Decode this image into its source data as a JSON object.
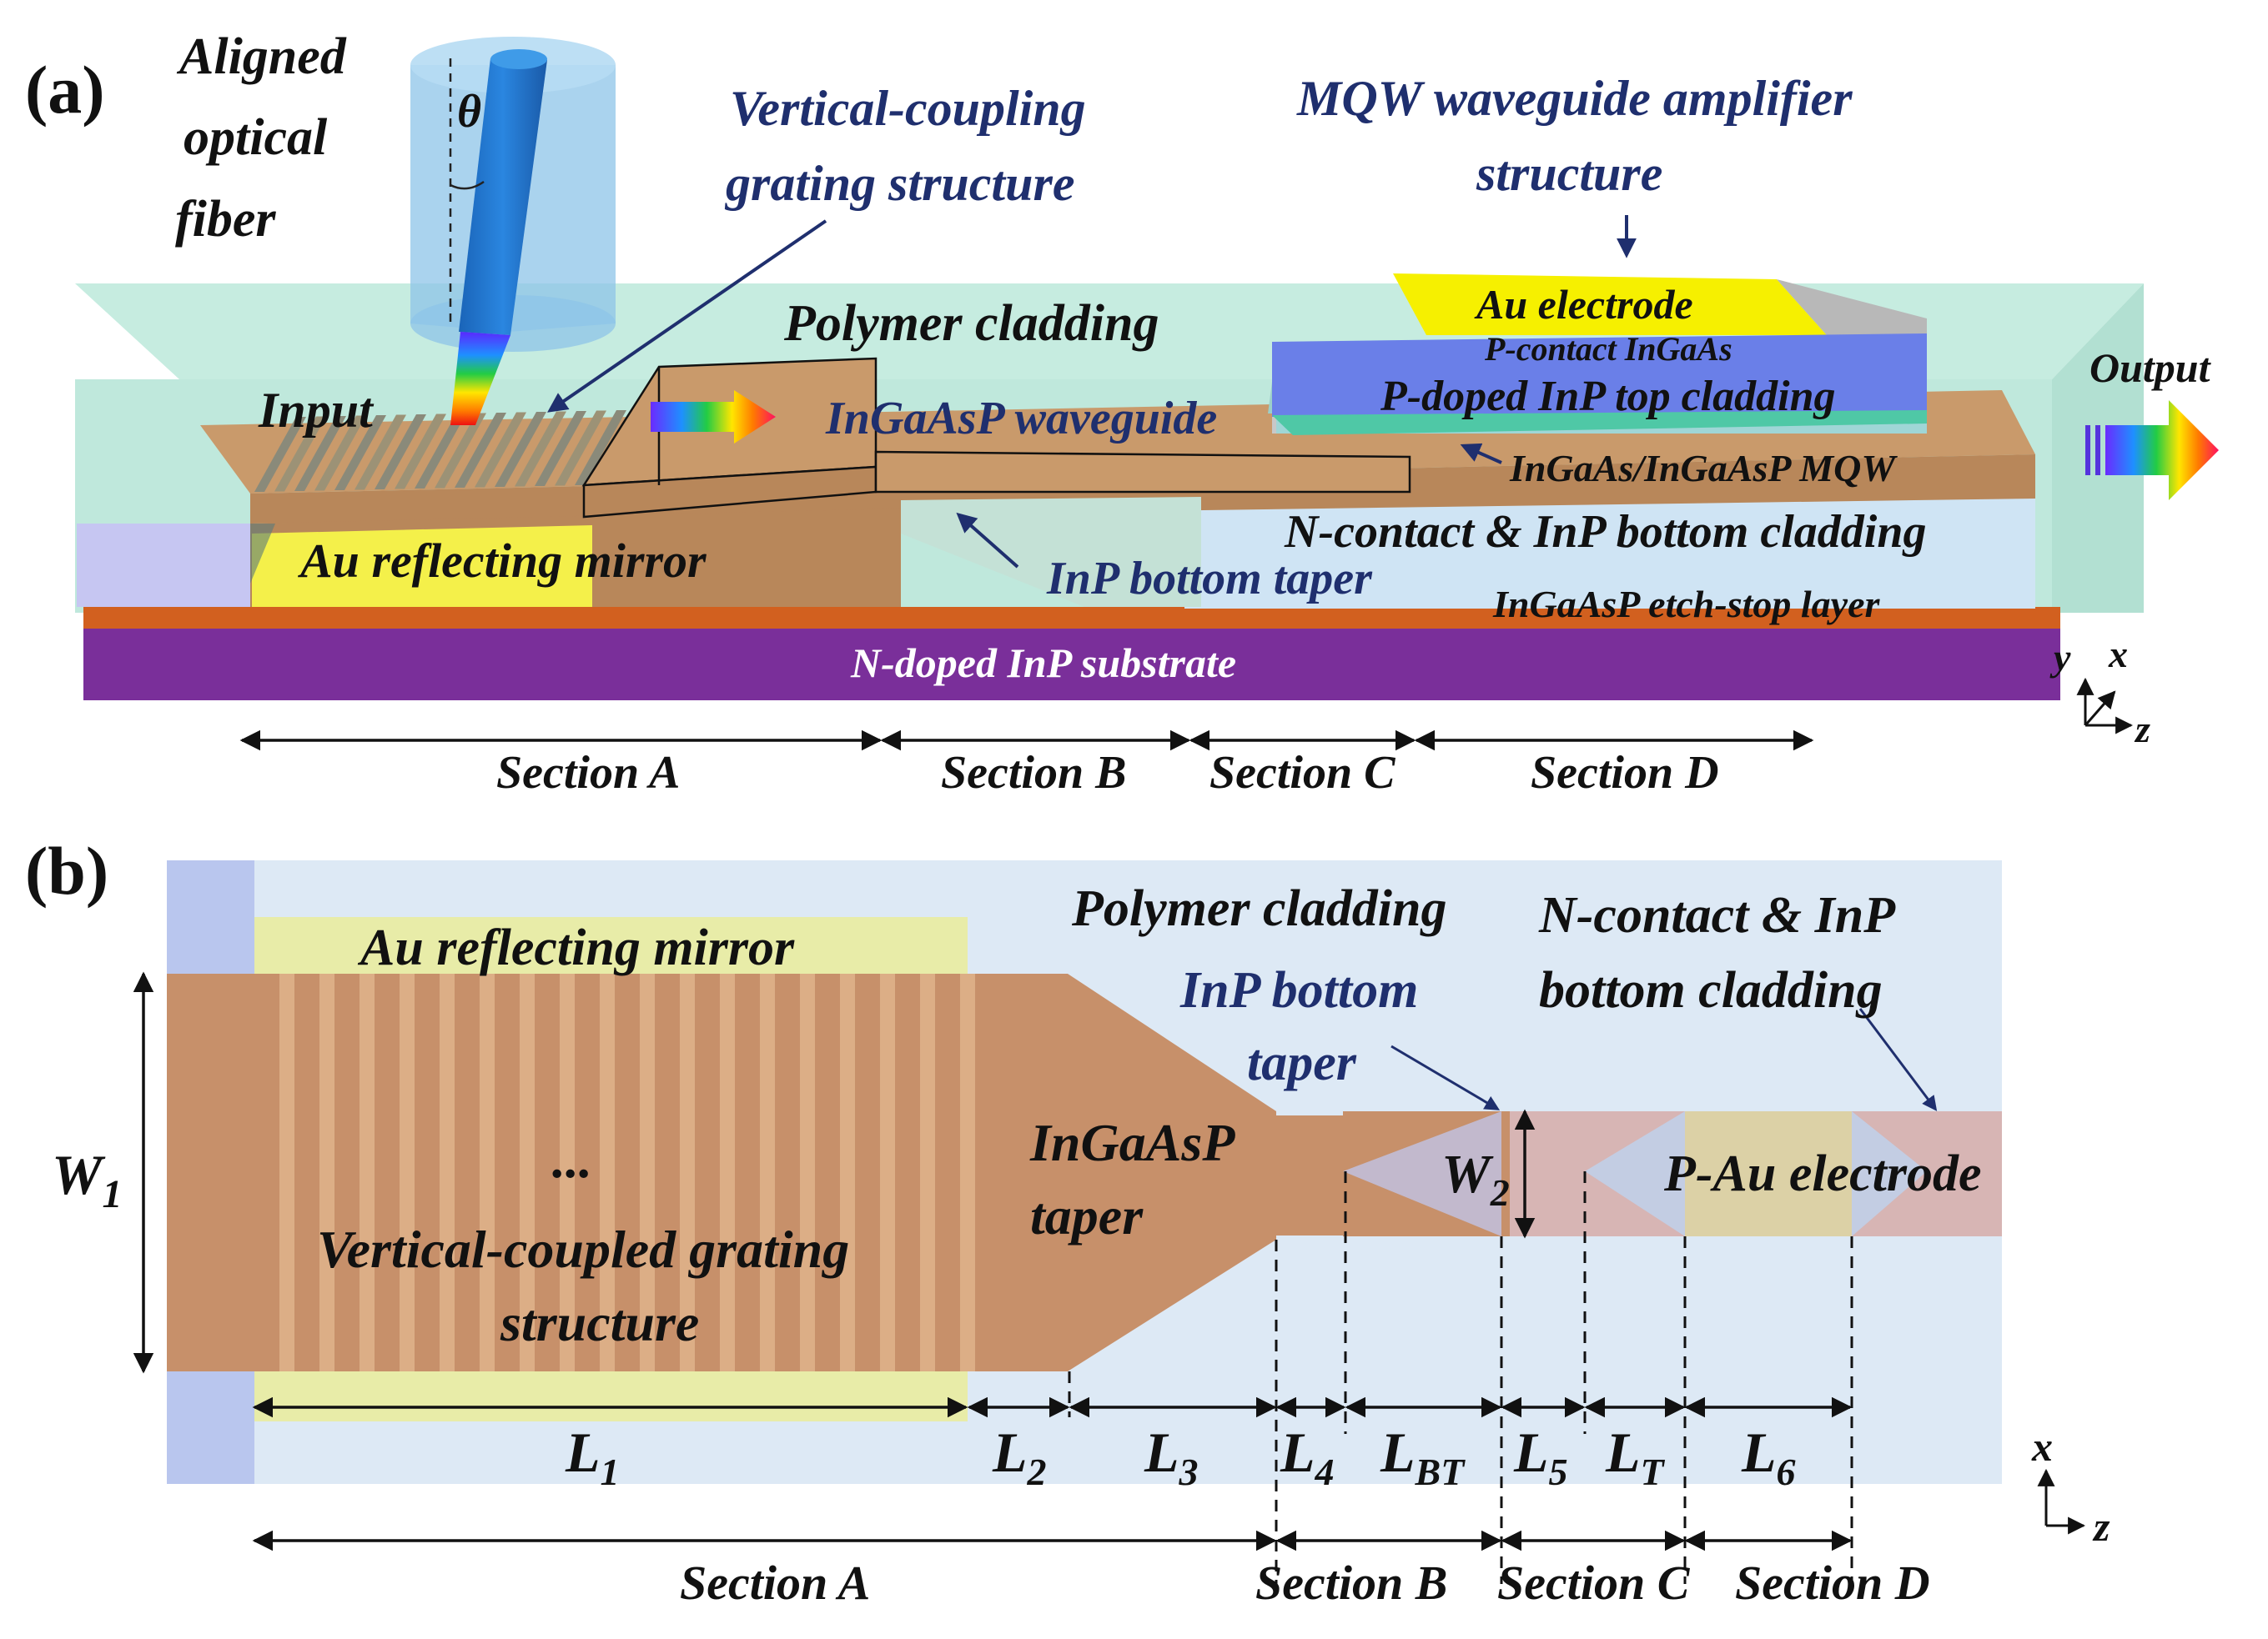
{
  "panel_a": {
    "label": "(a)",
    "fiber_label": [
      "Aligned",
      "optical",
      "fiber"
    ],
    "theta": "θ",
    "grating_label": [
      "Vertical-coupling",
      "grating structure"
    ],
    "amplifier_label": [
      "MQW waveguide amplifier",
      "structure"
    ],
    "polymer_cladding": "Polymer cladding",
    "input": "Input",
    "waveguide": "InGaAsP  waveguide",
    "au_electrode": "Au electrode",
    "p_contact": "P-contact InGaAs",
    "p_doped_top": "P-doped InP top cladding",
    "mqw": "InGaAs/InGaAsP MQW",
    "output": "Output",
    "n_contact": "N-contact & InP bottom cladding",
    "au_mirror": "Au reflecting mirror",
    "inp_taper": "InP bottom taper",
    "etch_stop": "InGaAsP etch-stop layer",
    "substrate": "N-doped InP substrate",
    "axis_y": "y",
    "axis_x": "x",
    "axis_z": "z",
    "sections": [
      "Section A",
      "Section B",
      "Section C",
      "Section D"
    ]
  },
  "panel_b": {
    "label": "(b)",
    "au_mirror": "Au reflecting mirror",
    "polymer_cladding": "Polymer cladding",
    "n_contact": [
      "N-contact & InP",
      "bottom cladding"
    ],
    "inp_taper": [
      "InP bottom",
      "taper"
    ],
    "ellipsis": "...",
    "grating": [
      "Vertical-coupled grating",
      "structure"
    ],
    "taper": [
      "InGaAsP",
      "taper"
    ],
    "electrode": "P-Au electrode",
    "w1": "W",
    "w1_sub": "1",
    "w2": "W",
    "w2_sub": "2",
    "lengths": [
      {
        "main": "L",
        "sub": "1"
      },
      {
        "main": "L",
        "sub": "2"
      },
      {
        "main": "L",
        "sub": "3"
      },
      {
        "main": "L",
        "sub": "4"
      },
      {
        "main": "L",
        "sub": "BT"
      },
      {
        "main": "L",
        "sub": "5"
      },
      {
        "main": "L",
        "sub": "T"
      },
      {
        "main": "L",
        "sub": "6"
      }
    ],
    "axis_x": "x",
    "axis_z": "z",
    "sections": [
      "Section A",
      "Section B",
      "Section C",
      "Section D"
    ]
  },
  "colors": {
    "polymer": "#bfe8dc",
    "waveguide": "#c99a6b",
    "mirror": "#f4f04a",
    "substrate": "#7a2f9a",
    "etch_stop": "#d2601f",
    "top_cladding": "#6a7fe8",
    "background_b": "#dde9f5"
  }
}
